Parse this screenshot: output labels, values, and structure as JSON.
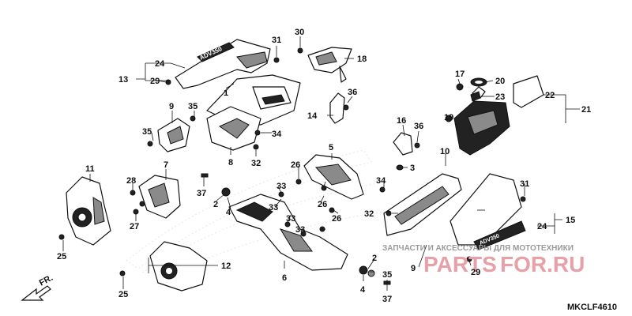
{
  "diagram_code": "MKCLF4610",
  "front_marker": "FR.",
  "watermark": {
    "brand_main": "PARTS",
    "brand_accent": "FOR.RU",
    "tagline": "ЗАПЧАСТИ И АКСЕССУАРЫ ДЛЯ МОТОТЕХНИКИ",
    "color_main": "#e8a0a8",
    "color_accent": "#e8a0a8"
  },
  "decal_texts": {
    "front_decal": "ADV350",
    "side_decal": "ADV350"
  },
  "callouts": [
    {
      "id": "c1",
      "text": "1"
    },
    {
      "id": "c2",
      "text": "2"
    },
    {
      "id": "c3",
      "text": "2"
    },
    {
      "id": "c4",
      "text": "3"
    },
    {
      "id": "c5",
      "text": "4"
    },
    {
      "id": "c6",
      "text": "4"
    },
    {
      "id": "c7",
      "text": "5"
    },
    {
      "id": "c8",
      "text": "6"
    },
    {
      "id": "c9",
      "text": "7"
    },
    {
      "id": "c10",
      "text": "8"
    },
    {
      "id": "c11",
      "text": "9"
    },
    {
      "id": "c12",
      "text": "9"
    },
    {
      "id": "c13",
      "text": "10"
    },
    {
      "id": "c14",
      "text": "11"
    },
    {
      "id": "c15",
      "text": "12"
    },
    {
      "id": "c16",
      "text": "13"
    },
    {
      "id": "c17",
      "text": "14"
    },
    {
      "id": "c18",
      "text": "15"
    },
    {
      "id": "c19",
      "text": "16"
    },
    {
      "id": "c20",
      "text": "17"
    },
    {
      "id": "c21",
      "text": "18"
    },
    {
      "id": "c22",
      "text": "19"
    },
    {
      "id": "c23",
      "text": "20"
    },
    {
      "id": "c24",
      "text": "21"
    },
    {
      "id": "c25",
      "text": "22"
    },
    {
      "id": "c26",
      "text": "23"
    },
    {
      "id": "c27",
      "text": "24"
    },
    {
      "id": "c28",
      "text": "24"
    },
    {
      "id": "c29",
      "text": "25"
    },
    {
      "id": "c30",
      "text": "25"
    },
    {
      "id": "c31",
      "text": "26"
    },
    {
      "id": "c32",
      "text": "26"
    },
    {
      "id": "c33",
      "text": "26"
    },
    {
      "id": "c34",
      "text": "27"
    },
    {
      "id": "c35",
      "text": "28"
    },
    {
      "id": "c36",
      "text": "29"
    },
    {
      "id": "c37",
      "text": "29"
    },
    {
      "id": "c38",
      "text": "30"
    },
    {
      "id": "c39",
      "text": "31"
    },
    {
      "id": "c40",
      "text": "31"
    },
    {
      "id": "c41",
      "text": "32"
    },
    {
      "id": "c42",
      "text": "32"
    },
    {
      "id": "c43",
      "text": "33"
    },
    {
      "id": "c44",
      "text": "33"
    },
    {
      "id": "c45",
      "text": "33"
    },
    {
      "id": "c46",
      "text": "33"
    },
    {
      "id": "c47",
      "text": "34"
    },
    {
      "id": "c48",
      "text": "34"
    },
    {
      "id": "c49",
      "text": "35"
    },
    {
      "id": "c50",
      "text": "35"
    },
    {
      "id": "c51",
      "text": "35"
    },
    {
      "id": "c52",
      "text": "36"
    },
    {
      "id": "c53",
      "text": "36"
    },
    {
      "id": "c54",
      "text": "37"
    },
    {
      "id": "c55",
      "text": "37"
    }
  ]
}
